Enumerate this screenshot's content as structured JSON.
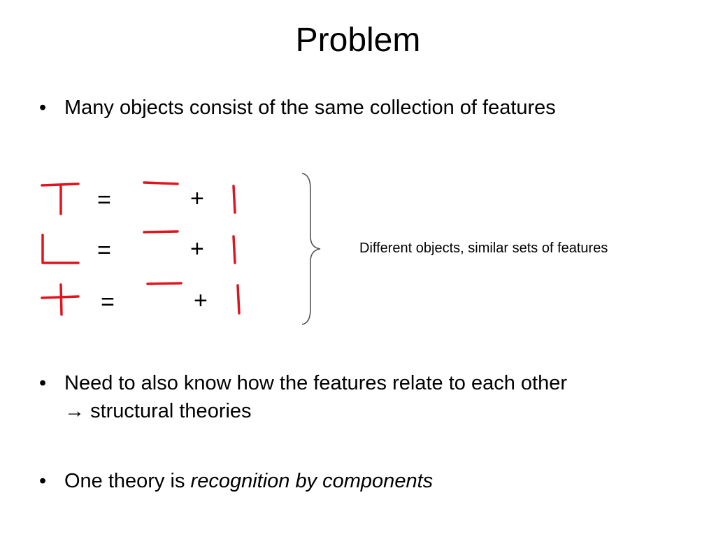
{
  "slide": {
    "title": "Problem",
    "bullet_char": "•",
    "bullets": [
      {
        "text": "Many objects consist of the same collection of features"
      },
      {
        "line1": "Need to also know how the features relate to each other",
        "arrow": "→",
        "line2": "structural theories"
      },
      {
        "prefix": "One theory is ",
        "emphasis": "recognition by components"
      }
    ],
    "equations": [
      {
        "object": "T-shape",
        "eq": "=",
        "plus": "+"
      },
      {
        "object": "L-shape",
        "eq": "=",
        "plus": "+"
      },
      {
        "object": "cross-shape",
        "eq": "=",
        "plus": "+"
      }
    ],
    "brace_note": "Different objects, similar sets of features",
    "colors": {
      "feature_stroke": "#e0141e",
      "brace_stroke": "#555555"
    }
  }
}
